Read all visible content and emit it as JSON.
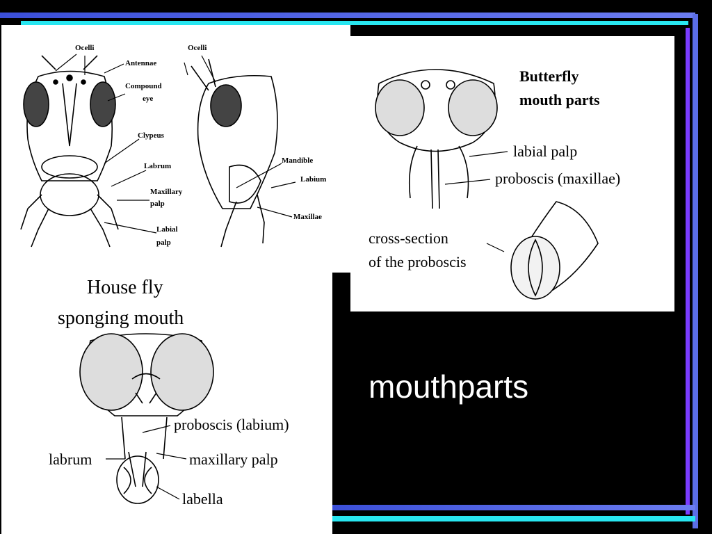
{
  "slide_title": "mouthparts",
  "colors": {
    "background": "#000000",
    "stripe_blue": "#5b6ee6",
    "stripe_cyan": "#28e6f0",
    "stripe_purple": "#7a3cff"
  },
  "grasshopper": {
    "labels": {
      "ocelli_front": "Ocelli",
      "antennae": "Antennae",
      "ocelli_side": "Ocelli",
      "compound_eye_1": "Compound",
      "compound_eye_2": "eye",
      "clypeus": "Clypeus",
      "labrum": "Labrum",
      "maxillary_palp_1": "Maxillary",
      "maxillary_palp_2": "palp",
      "labial_palp_1": "Labial",
      "labial_palp_2": "palp",
      "mandible": "Mandible",
      "labium": "Labium",
      "maxillae": "Maxillae"
    }
  },
  "butterfly": {
    "title_1": "Butterfly",
    "title_2": "mouth parts",
    "labels": {
      "labial_palp": "labial palp",
      "proboscis": "proboscis (maxillae)",
      "cross_section_1": "cross-section",
      "cross_section_2": "of the proboscis"
    }
  },
  "housefly": {
    "title_1": "House fly",
    "title_2": "sponging mouth",
    "labels": {
      "proboscis": "proboscis (labium)",
      "labrum": "labrum",
      "maxillary_palp": "maxillary palp",
      "labella": "labella"
    }
  }
}
